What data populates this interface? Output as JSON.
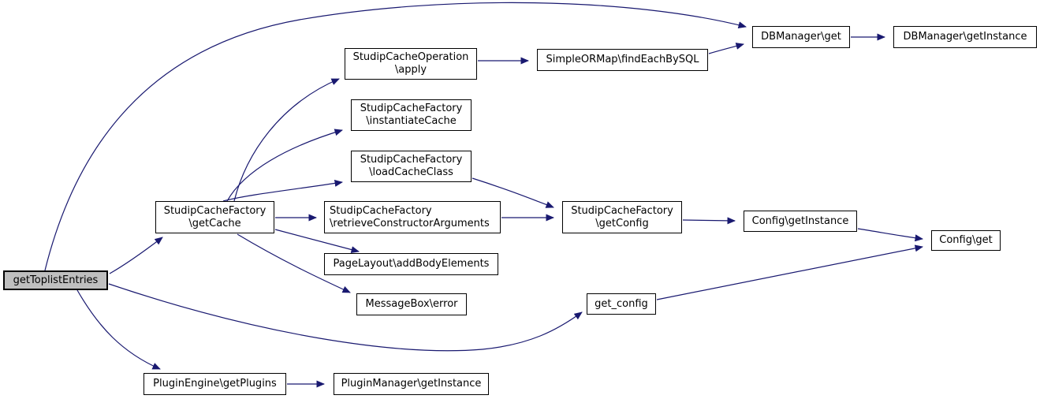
{
  "diagram": {
    "type": "call-graph",
    "background_color": "#ffffff",
    "edge_color": "#191970",
    "node_border_color": "#000000",
    "highlight_fill_color": "#bfbfbf",
    "nodes": [
      {
        "id": "get-toplist-entries",
        "lines": [
          "getToplistEntries"
        ],
        "highlighted": true
      },
      {
        "id": "studipcachefactory-getcache",
        "lines": [
          "StudipCacheFactory",
          "\\getCache"
        ]
      },
      {
        "id": "studipcacheoperation-apply",
        "lines": [
          "StudipCacheOperation",
          "\\apply"
        ]
      },
      {
        "id": "simpleormap-findeachbysql",
        "lines": [
          "SimpleORMap\\findEachBySQL"
        ]
      },
      {
        "id": "dbmanager-get",
        "lines": [
          "DBManager\\get"
        ]
      },
      {
        "id": "dbmanager-getinstance",
        "lines": [
          "DBManager\\getInstance"
        ]
      },
      {
        "id": "studipcachefactory-instantiatecache",
        "lines": [
          "StudipCacheFactory",
          "\\instantiateCache"
        ]
      },
      {
        "id": "studipcachefactory-loadcacheclass",
        "lines": [
          "StudipCacheFactory",
          "\\loadCacheClass"
        ]
      },
      {
        "id": "studipcachefactory-retrieveconstructorargs",
        "lines": [
          "StudipCacheFactory",
          "\\retrieveConstructorArguments"
        ]
      },
      {
        "id": "studipcachefactory-getconfig",
        "lines": [
          "StudipCacheFactory",
          "\\getConfig"
        ]
      },
      {
        "id": "config-getinstance",
        "lines": [
          "Config\\getInstance"
        ]
      },
      {
        "id": "config-get",
        "lines": [
          "Config\\get"
        ]
      },
      {
        "id": "pagelayout-addbodyelements",
        "lines": [
          "PageLayout\\addBodyElements"
        ]
      },
      {
        "id": "messagebox-error",
        "lines": [
          "MessageBox\\error"
        ]
      },
      {
        "id": "get-config-function",
        "lines": [
          "get_config"
        ]
      },
      {
        "id": "pluginengine-getplugins",
        "lines": [
          "PluginEngine\\getPlugins"
        ]
      },
      {
        "id": "pluginmanager-getinstance",
        "lines": [
          "PluginManager\\getInstance"
        ]
      }
    ],
    "edges": [
      {
        "from": "getToplistEntries",
        "to": "StudipCacheFactory\\getCache"
      },
      {
        "from": "getToplistEntries",
        "to": "DBManager\\get"
      },
      {
        "from": "getToplistEntries",
        "to": "get_config"
      },
      {
        "from": "getToplistEntries",
        "to": "PluginEngine\\getPlugins"
      },
      {
        "from": "StudipCacheFactory\\getCache",
        "to": "StudipCacheOperation\\apply"
      },
      {
        "from": "StudipCacheFactory\\getCache",
        "to": "StudipCacheFactory\\instantiateCache"
      },
      {
        "from": "StudipCacheFactory\\getCache",
        "to": "StudipCacheFactory\\loadCacheClass"
      },
      {
        "from": "StudipCacheFactory\\getCache",
        "to": "StudipCacheFactory\\retrieveConstructorArguments"
      },
      {
        "from": "StudipCacheFactory\\getCache",
        "to": "PageLayout\\addBodyElements"
      },
      {
        "from": "StudipCacheFactory\\getCache",
        "to": "MessageBox\\error"
      },
      {
        "from": "StudipCacheOperation\\apply",
        "to": "SimpleORMap\\findEachBySQL"
      },
      {
        "from": "SimpleORMap\\findEachBySQL",
        "to": "DBManager\\get"
      },
      {
        "from": "DBManager\\get",
        "to": "DBManager\\getInstance"
      },
      {
        "from": "StudipCacheFactory\\loadCacheClass",
        "to": "StudipCacheFactory\\getConfig"
      },
      {
        "from": "StudipCacheFactory\\retrieveConstructorArguments",
        "to": "StudipCacheFactory\\getConfig"
      },
      {
        "from": "StudipCacheFactory\\getConfig",
        "to": "Config\\getInstance"
      },
      {
        "from": "Config\\getInstance",
        "to": "Config\\get"
      },
      {
        "from": "get_config",
        "to": "Config\\get"
      },
      {
        "from": "PluginEngine\\getPlugins",
        "to": "PluginManager\\getInstance"
      }
    ]
  }
}
